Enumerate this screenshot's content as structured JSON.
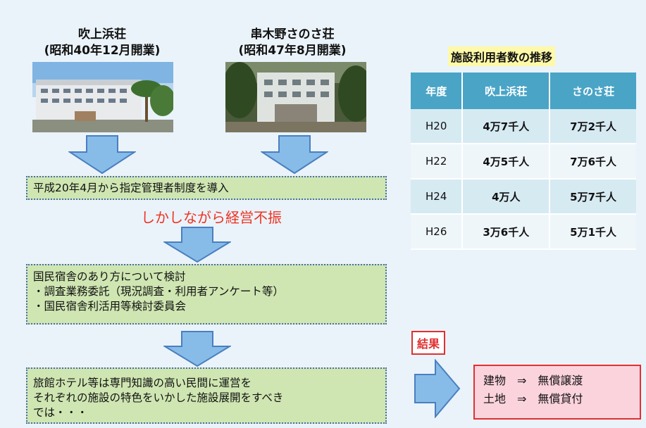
{
  "hotels": [
    {
      "name": "吹上浜荘",
      "opened": "(昭和40年12月開業)"
    },
    {
      "name": "串木野さのさ荘",
      "opened": "(昭和47年8月開業)"
    }
  ],
  "flow": {
    "step1": "平成20年4月から指定管理者制度を導入",
    "warning": "しかしながら経営不振",
    "step2": {
      "line1": "国民宿舎のあり方について検討",
      "line2": "・調査業務委託（現況調査・利用者アンケート等）",
      "line3": "・国民宿舎利活用等検討委員会"
    },
    "step3": {
      "line1": "旅館ホテル等は専門知識の高い民間に運営を",
      "line2": "それぞれの施設の特色をいかした施設展開をすべき",
      "line3": "では・・・"
    }
  },
  "stats": {
    "title": "施設利用者数の推移",
    "headers": [
      "年度",
      "吹上浜荘",
      "さのさ荘"
    ],
    "rows": [
      [
        "H20",
        "4万7千人",
        "7万2千人"
      ],
      [
        "H22",
        "4万5千人",
        "7万6千人"
      ],
      [
        "H24",
        "4万人",
        "5万7千人"
      ],
      [
        "H26",
        "3万6千人",
        "5万1千人"
      ]
    ]
  },
  "result": {
    "label": "結果",
    "line1": "建物　⇒　無償譲渡",
    "line2": "土地　⇒　無償貸付"
  },
  "colors": {
    "background": "#eaf3fa",
    "arrow": "#87bce8",
    "green_box": "#cfe6b2",
    "table_header": "#4aa4c6",
    "warning_text": "#ee3322",
    "result_box": "#fbd3dd"
  }
}
